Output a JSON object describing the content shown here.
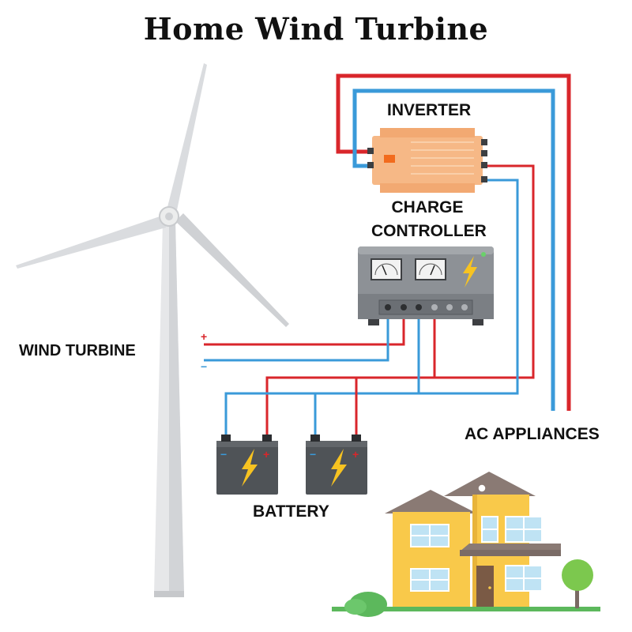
{
  "title": "Home Wind Turbine",
  "labels": {
    "inverter": "INVERTER",
    "charge_line1": "CHARGE",
    "charge_line2": "CONTROLLER",
    "wind_turbine": "WIND TURBINE",
    "battery": "BATTERY",
    "ac_appliances": "AC APPLIANCES"
  },
  "polarity": {
    "positive": "+",
    "negative": "−"
  },
  "colors": {
    "positive_wire": "#d9262b",
    "negative_wire": "#3a9ad9",
    "inverter_body": "#f6b886",
    "controller_body": "#8d9196",
    "battery_body": "#4f5357",
    "bolt": "#f7c321",
    "house_wall": "#f9c94a",
    "house_roof": "#8a7a74",
    "grass": "#5cb85c",
    "turbine": "#e4e5e7"
  }
}
